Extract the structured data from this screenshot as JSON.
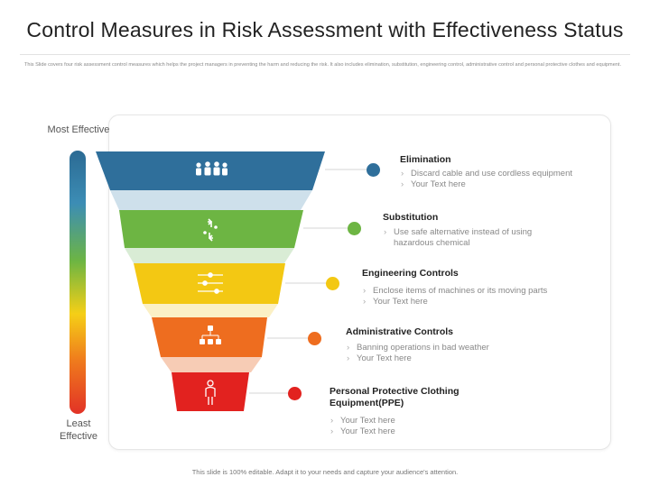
{
  "slide": {
    "title": "Control Measures in Risk Assessment with Effectiveness Status",
    "subtitle": "This Slide covers four risk assessment control measures which helps the project managers in preventing the harm and reducing the risk. It also includes elimination, substitution, engineering control, administrative control and personal protective clothes and equipment.",
    "footer": "This slide is 100% editable. Adapt it to your needs and capture your audience's attention."
  },
  "scale": {
    "most_label": "Most Effective",
    "least_label": "Least Effective"
  },
  "levels": [
    {
      "title": "Elimination",
      "bullets": [
        "Discard cable and use cordless equipment",
        "Your Text here"
      ],
      "color": "#2f6f9b",
      "icon": "people-group-icon"
    },
    {
      "title": "Substitution",
      "bullets": [
        "Use safe alternative instead of using hazardous chemical"
      ],
      "color": "#6db543",
      "icon": "swap-arrows-icon"
    },
    {
      "title": "Engineering Controls",
      "bullets": [
        "Enclose items of machines or its moving parts",
        "Your Text here"
      ],
      "color": "#f3c813",
      "icon": "sliders-icon"
    },
    {
      "title": "Administrative Controls",
      "bullets": [
        "Banning operations in bad weather",
        "Your Text here"
      ],
      "color": "#ee6d1f",
      "icon": "org-chart-icon"
    },
    {
      "title": "Personal Protective Clothing Equipment(PPE)",
      "bullets": [
        "Your Text here",
        "Your Text here"
      ],
      "color": "#e2221f",
      "icon": "person-icon"
    }
  ]
}
